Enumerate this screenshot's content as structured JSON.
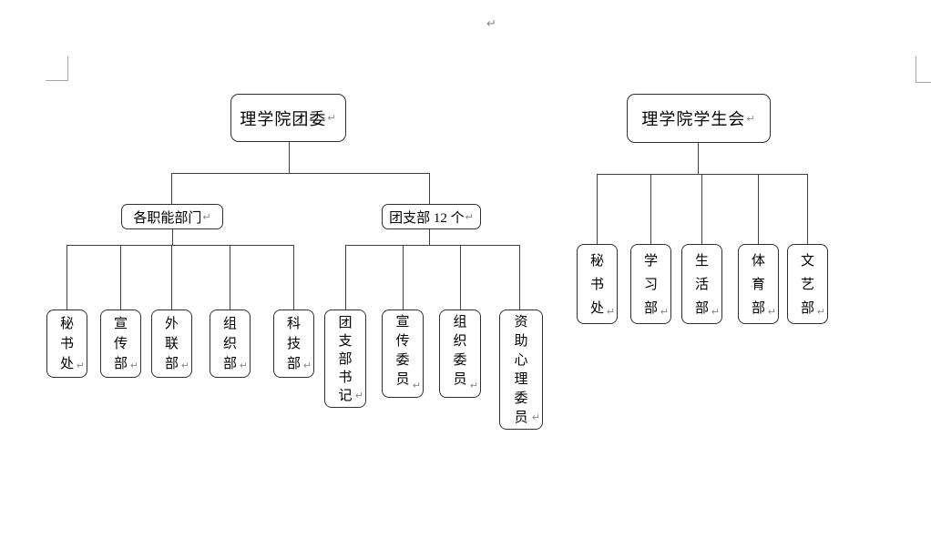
{
  "page": {
    "paragraph_mark": "↵"
  },
  "colors": {
    "line": "#3f3f3f",
    "box_border": "#2f2f2f",
    "text": "#000000",
    "formatting_mark": "#8a8a8a",
    "crop_mark": "#a6a6a6",
    "background": "#ffffff"
  },
  "charts": [
    {
      "id": "youth-league-committee",
      "root": "理学院团委",
      "branches": [
        {
          "label": "各职能部门",
          "children": [
            "秘书处",
            "宣传部",
            "外联部",
            "组织部",
            "科技部"
          ]
        },
        {
          "label": "团支部 12 个",
          "children": [
            "团支部书记",
            "宣传委员",
            "组织委员",
            "资助心理委员"
          ]
        }
      ]
    },
    {
      "id": "student-union",
      "root": "理学院学生会",
      "children": [
        "秘书处",
        "学习部",
        "生活部",
        "体育部",
        "文艺部"
      ]
    }
  ]
}
